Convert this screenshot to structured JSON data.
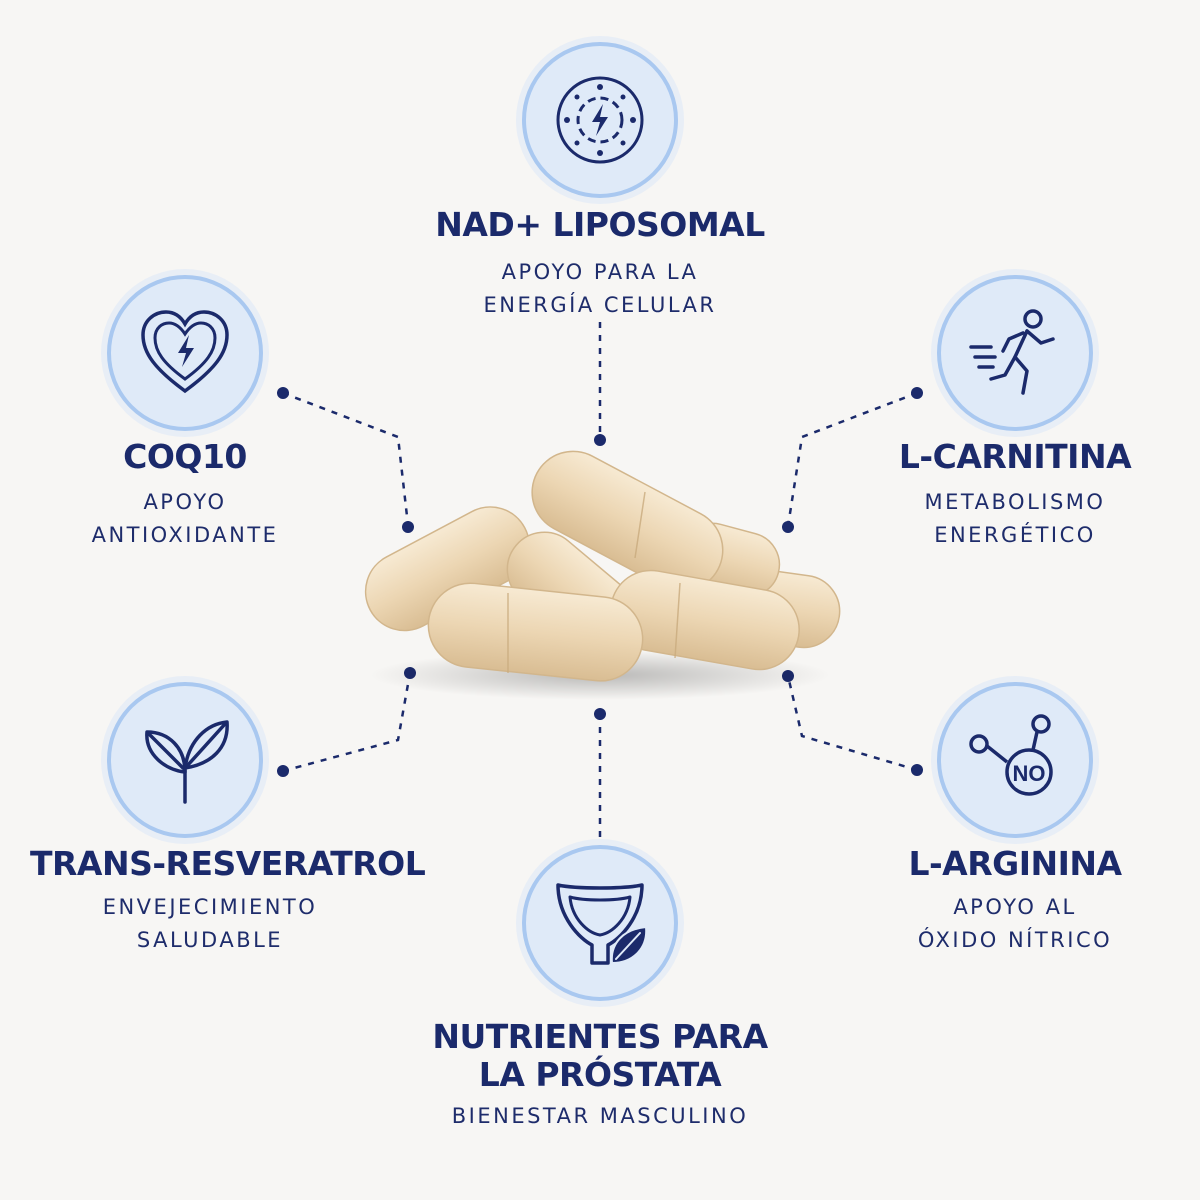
{
  "colors": {
    "background": "#f7f6f4",
    "navy": "#1b2a6b",
    "circle_fill": "#dfeaf8",
    "circle_ring": "#a9c8f0",
    "capsule": "#ecd6b3"
  },
  "features": {
    "nad": {
      "title": "NAD+ LIPOSOMAL",
      "sub1": "APOYO PARA LA",
      "sub2": "ENERGÍA CELULAR",
      "icon": "cell-energy-icon"
    },
    "coq10": {
      "title": "COQ10",
      "sub1": "APOYO",
      "sub2": "ANTIOXIDANTE",
      "icon": "heart-bolt-icon"
    },
    "carnitina": {
      "title": "L-CARNITINA",
      "sub1": "METABOLISMO",
      "sub2": "ENERGÉTICO",
      "icon": "running-person-icon"
    },
    "resveratrol": {
      "title": "TRANS-RESVERATROL",
      "sub1": "ENVEJECIMIENTO",
      "sub2": "SALUDABLE",
      "icon": "leaves-icon"
    },
    "arginina": {
      "title": "L-ARGININA",
      "sub1": "APOYO AL",
      "sub2": "ÓXIDO NÍTRICO",
      "icon": "molecule-icon",
      "icon_text": "NO"
    },
    "prostata": {
      "title1": "NUTRIENTES PARA",
      "title2": "LA PRÓSTATA",
      "sub1": "BIENESTAR MASCULINO",
      "icon": "prostate-leaf-icon"
    }
  }
}
